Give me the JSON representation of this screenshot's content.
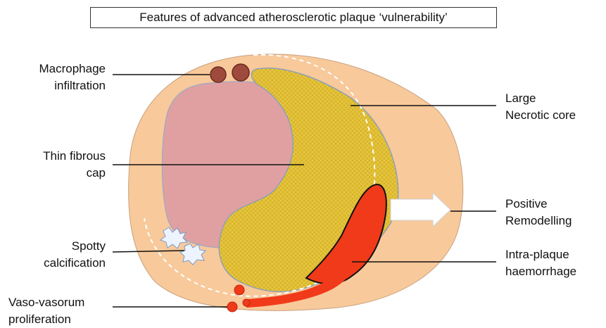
{
  "title": "Features of advanced atherosclerotic plaque ‘vulnerability’",
  "labels": {
    "macrophage": "Macrophage\ninfiltration",
    "thin_cap": "Thin fibrous\ncap",
    "spotty_calc": "Spotty\ncalcification",
    "vaso_vasorum": "Vaso-vasorum\nproliferation",
    "necrotic_core": "Large\nNecrotic core",
    "positive_remodelling": "Positive\nRemodelling",
    "haemorrhage": "Intra-plaque\nhaemorrhage"
  },
  "colors": {
    "vessel_wall": "#f8c99a",
    "lumen": "#e0a0a2",
    "necrotic_core": "#d9b526",
    "haemorrhage": "#f03a1a",
    "macrophage": "#9e4a3c",
    "calcification": "#eef4ff",
    "arrow": "#ffffff"
  }
}
